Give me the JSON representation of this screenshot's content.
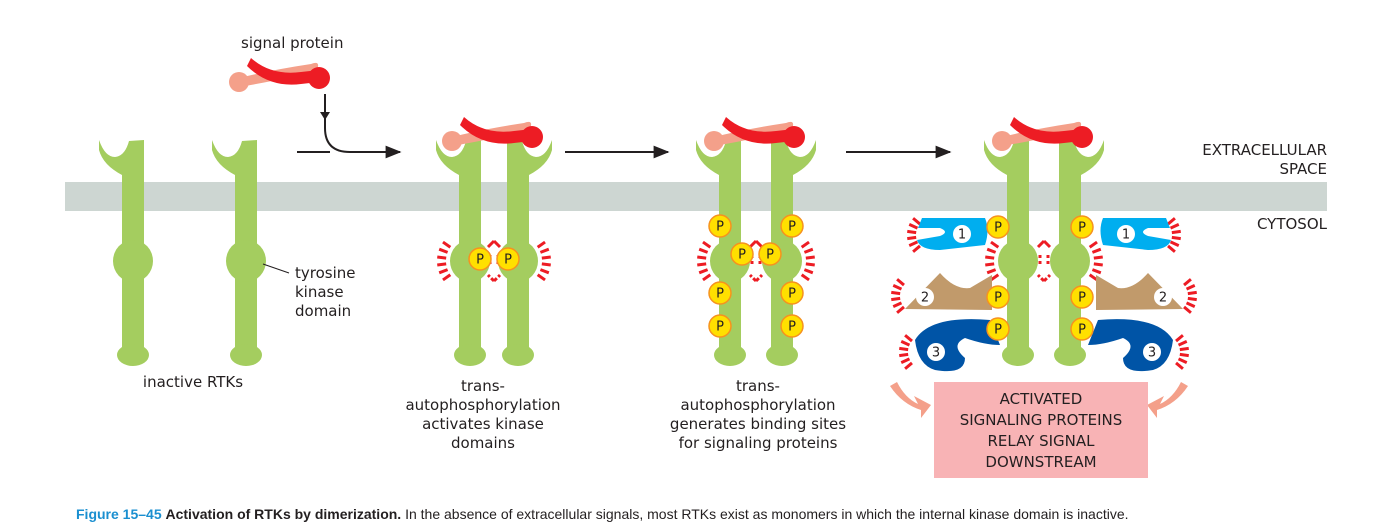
{
  "figure": {
    "colors": {
      "receptor": "#a4cd5f",
      "membrane": "#cdd6d2",
      "signal_dark": "#ed1c24",
      "signal_light": "#f4a08a",
      "phosphate_fill": "#ffe000",
      "phosphate_stroke": "#f6921e",
      "activation_marks": "#ed1c24",
      "protein_1": "#00aeef",
      "protein_2": "#c19a6b",
      "protein_3": "#0054a6",
      "relay_box": "#f8b3b5",
      "relay_arrow": "#f4a08a",
      "caption_accent": "#1a8fd0"
    },
    "labels": {
      "signal_protein": "signal protein",
      "extracellular_line1": "EXTRACELLULAR",
      "extracellular_line2": "SPACE",
      "cytosol": "CYTOSOL",
      "tyrosine_kinase": [
        "tyrosine",
        "kinase",
        "domain"
      ],
      "phosphate": "P"
    },
    "steps": [
      {
        "id": "inactive",
        "caption": [
          "inactive RTKs"
        ]
      },
      {
        "id": "activates",
        "caption": [
          "trans-",
          "autophosphorylation",
          "activates kinase",
          "domains"
        ]
      },
      {
        "id": "binding-sites",
        "caption": [
          "trans-",
          "autophosphorylation",
          "generates binding sites",
          "for signaling proteins"
        ]
      },
      {
        "id": "relay",
        "caption": []
      }
    ],
    "signaling_proteins": [
      "1",
      "2",
      "3"
    ],
    "relay_box": [
      "ACTIVATED",
      "SIGNALING PROTEINS",
      "RELAY SIGNAL",
      "DOWNSTREAM"
    ],
    "caption": {
      "figure_number": "Figure 15–45",
      "title": "Activation of RTKs by dimerization.",
      "text": "In the absence of extracellular signals, most RTKs exist as monomers in which the internal kinase domain is inactive."
    }
  }
}
